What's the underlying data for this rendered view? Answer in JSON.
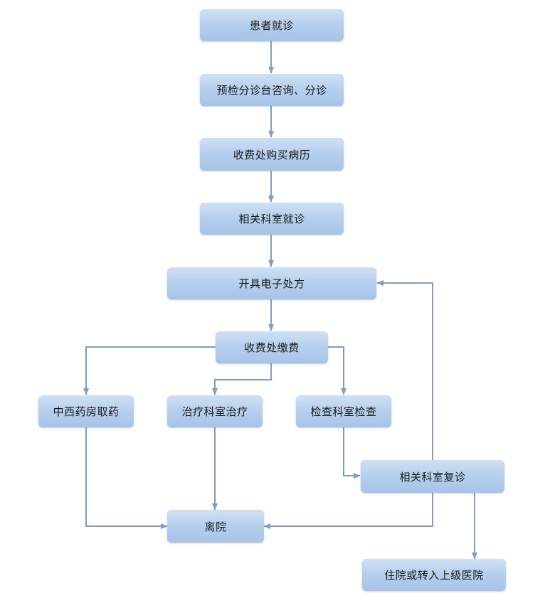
{
  "nodes": {
    "patient_visit": "患者就诊",
    "triage_desk": "预检分诊台咨询、分诊",
    "cashier_buy_record": "收费处购买病历",
    "dept_consult": "相关科室就诊",
    "e_prescription": "开具电子处方",
    "cashier_pay": "收费处缴费",
    "pharmacy": "中西药房取药",
    "treatment_room": "治疗科室治疗",
    "exam_room": "检查科室检查",
    "follow_up": "相关科室复诊",
    "discharge": "离院",
    "hospitalize_or_transfer": "住院或转入上级医院"
  },
  "colors": {
    "node_fill_top": "#cfe0f3",
    "node_fill_bottom": "#a6c4e8",
    "connector": "#7f9fc2"
  }
}
